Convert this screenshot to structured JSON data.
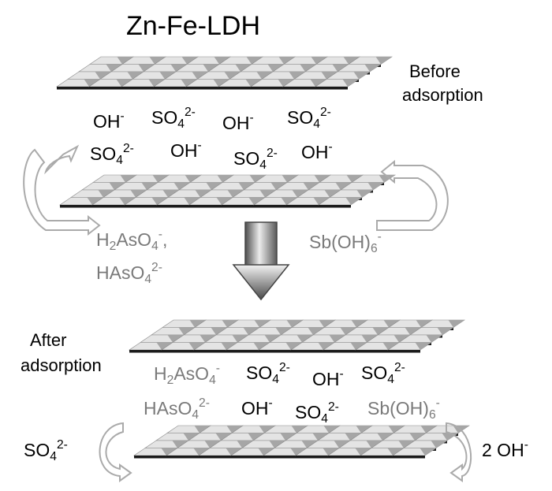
{
  "title": "Zn-Fe-LDH",
  "labels": {
    "before": [
      "Before",
      "adsorption"
    ],
    "after": [
      "After",
      "adsorption"
    ]
  },
  "ions": {
    "hydroxide": {
      "base": "OH",
      "charge": "-"
    },
    "sulfate": {
      "base": "SO",
      "sub": "4",
      "charge": "2-"
    },
    "h2aso4": {
      "pre": "H",
      "pre_sub": "2",
      "base": "AsO",
      "sub": "4",
      "charge": "-"
    },
    "haso4": {
      "base": "HAsO",
      "sub": "4",
      "charge": "2-"
    },
    "antimonate": {
      "base": "Sb(OH)",
      "sub": "6",
      "charge": "-"
    },
    "released_hydroxide": {
      "base": "2 OH",
      "charge": "-"
    },
    "separator": ","
  },
  "colors": {
    "tile_light": "#e4e4e4",
    "tile_mid": "#a6a6a6",
    "tile_dark": "#1a1a1a",
    "grey_text": "#7a7a7a",
    "curve_stroke": "#aaaaaa"
  },
  "icons": {
    "curved_arrow": "curved-arrow-icon",
    "down_arrow": "down-arrow-icon",
    "layer": "ldh-layer-icon"
  }
}
